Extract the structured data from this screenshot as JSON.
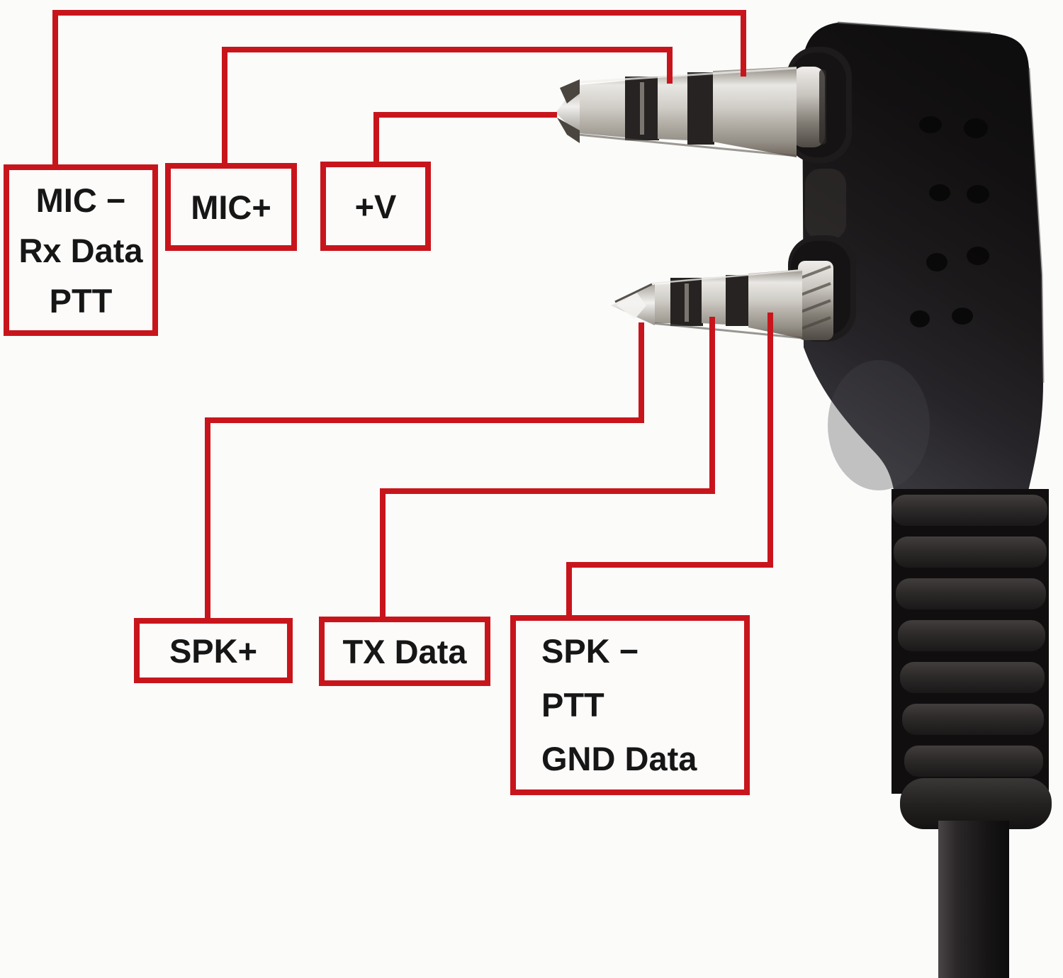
{
  "colors": {
    "callout_red": "#c8151c",
    "label_text": "#171616",
    "background": "#fbfbfa"
  },
  "labels": {
    "mic_minus": {
      "lines": [
        "MIC −",
        "Rx Data",
        "PTT"
      ]
    },
    "mic_plus": {
      "lines": [
        "MIC+"
      ]
    },
    "v_plus": {
      "lines": [
        "+V"
      ]
    },
    "spk_plus": {
      "lines": [
        "SPK+"
      ]
    },
    "tx_data": {
      "lines": [
        "TX Data"
      ]
    },
    "spk_minus": {
      "lines": [
        "SPK −",
        "PTT",
        "GND Data"
      ]
    }
  }
}
